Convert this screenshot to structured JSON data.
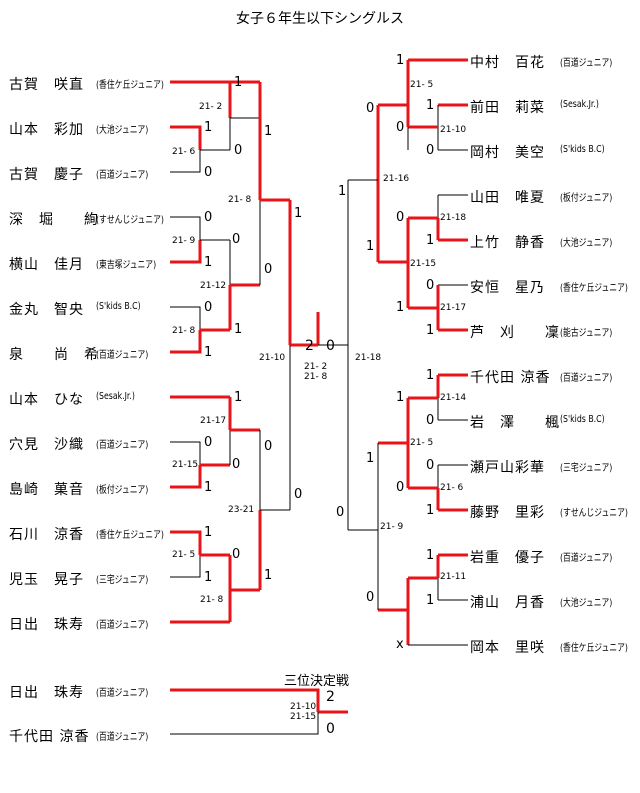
{
  "title": "女子６年生以下シングルス",
  "left_players": [
    {
      "name": "古賀　咲直",
      "club": "(香住ケ丘ジュニア)"
    },
    {
      "name": "山本　彩加",
      "club": "(大池ジュニア)"
    },
    {
      "name": "古賀　慶子",
      "club": "(百道ジュニア)"
    },
    {
      "name": "深　堀　　絢",
      "club": "(すせんじジュニア)"
    },
    {
      "name": "横山　佳月",
      "club": "(東吉塚ジュニア)"
    },
    {
      "name": "金丸　智央",
      "club": "(S'kids B.C)"
    },
    {
      "name": "泉　　尚　希",
      "club": "(百道ジュニア)"
    },
    {
      "name": "山本　ひな",
      "club": "(Sesak.Jr.)"
    },
    {
      "name": "穴見　沙織",
      "club": "(百道ジュニア)"
    },
    {
      "name": "島崎　菓音",
      "club": "(板付ジュニア)"
    },
    {
      "name": "石川　涼香",
      "club": "(香住ケ丘ジュニア)"
    },
    {
      "name": "児玉　晃子",
      "club": "(三宅ジュニア)"
    },
    {
      "name": "日出　珠寿",
      "club": "(百道ジュニア)"
    }
  ],
  "right_players": [
    {
      "name": "中村　百花",
      "club": "(百道ジュニア)"
    },
    {
      "name": "前田　莉菜",
      "club": "(Sesak.Jr.)"
    },
    {
      "name": "岡村　美空",
      "club": "(S'kids B.C)"
    },
    {
      "name": "山田　唯夏",
      "club": "(板付ジュニア)"
    },
    {
      "name": "上竹　静香",
      "club": "(大池ジュニア)"
    },
    {
      "name": "安恒　星乃",
      "club": "(香住ケ丘ジュニア)"
    },
    {
      "name": "芦　刈　　凜",
      "club": "(能古ジュニア)"
    },
    {
      "name": "千代田 涼香",
      "club": "(百道ジュニア)"
    },
    {
      "name": "岩　澤　　楓",
      "club": "(S'kids B.C)"
    },
    {
      "name": "瀬戸山彩華",
      "club": "(三宅ジュニア)"
    },
    {
      "name": "藤野　里彩",
      "club": "(すせんじジュニア)"
    },
    {
      "name": "岩重　優子",
      "club": "(百道ジュニア)"
    },
    {
      "name": "浦山　月香",
      "club": "(大池ジュニア)"
    },
    {
      "name": "岡本　里咲",
      "club": "(香住ケ丘ジュニア)"
    }
  ],
  "third_place": {
    "label": "三位決定戦",
    "players": [
      {
        "name": "日出　珠寿",
        "club": "(百道ジュニア)"
      },
      {
        "name": "千代田 涼香",
        "club": "(百道ジュニア)"
      }
    ],
    "score_top": "2",
    "score_bottom": "0",
    "games": [
      "21-10",
      "21-15"
    ]
  },
  "final": {
    "score_left": "2",
    "score_right": "0",
    "games": [
      "21- 2",
      "21- 8"
    ],
    "left_game": "21-10",
    "right_game": "21-18"
  },
  "left_scores": [
    "1",
    "1",
    "0",
    "0",
    "0",
    "1",
    "0",
    "1",
    "0",
    "1",
    "1",
    "1",
    "0",
    "0",
    "0",
    "1",
    "1",
    "0",
    "1",
    "1",
    "0",
    "0",
    "1"
  ],
  "left_games": [
    "21- 2",
    "21- 6",
    "21- 8",
    "21- 9",
    "21-12",
    "21- 8",
    "21-17",
    "21-15",
    "23-21",
    "21- 5",
    "21- 8"
  ],
  "right_scores": [
    "1",
    "0",
    "1",
    "0",
    "1",
    "0",
    "0",
    "1",
    "1",
    "1",
    "0",
    "1",
    "1",
    "1",
    "0",
    "1",
    "0",
    "0",
    "1",
    "1",
    "1",
    "0",
    "0",
    "x"
  ],
  "right_games": [
    "21- 5",
    "21-10",
    "21-16",
    "21-18",
    "21-15",
    "21-17",
    "21-14",
    "21- 5",
    "21- 6",
    "21- 9",
    "21-11"
  ]
}
